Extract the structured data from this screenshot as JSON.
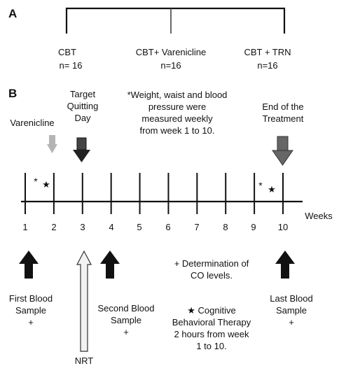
{
  "panel_a": {
    "label": "A",
    "groups": [
      {
        "name": "CBT",
        "n": "n= 16"
      },
      {
        "name": "CBT+ Varenicline",
        "n": "n=16"
      },
      {
        "name": "CBT + TRN",
        "n": "n=16"
      }
    ]
  },
  "panel_b": {
    "label": "B",
    "top_labels": {
      "varenicline": "Varenicline",
      "target": [
        "Target",
        "Quitting",
        "Day"
      ],
      "note": [
        "*Weight, waist and blood",
        "pressure were",
        "measured weekly",
        "from week 1 to 10."
      ],
      "end": [
        "End of the",
        "Treatment"
      ]
    },
    "marks": {
      "asterisk": "*",
      "star": "★"
    },
    "weeks": [
      "1",
      "2",
      "3",
      "4",
      "5",
      "6",
      "7",
      "8",
      "9",
      "10"
    ],
    "weeks_label": "Weeks",
    "bottom_labels": {
      "first": [
        "First Blood",
        "Sample",
        "+"
      ],
      "nrt": "NRT",
      "second": [
        "Second Blood",
        "Sample",
        "+"
      ],
      "co": [
        "+  Determination of",
        "CO levels."
      ],
      "cbt": [
        "★ Cognitive",
        "Behavioral Therapy",
        "2 hours from week",
        "1 to 10."
      ],
      "last": [
        "Last Blood",
        "Sample",
        "+"
      ]
    },
    "colors": {
      "black_arrow": "#111111",
      "grey_arrow": "#b4b4b4",
      "dark_arrow": "#555555",
      "nrt_arrow": "#f2f2f2"
    }
  }
}
